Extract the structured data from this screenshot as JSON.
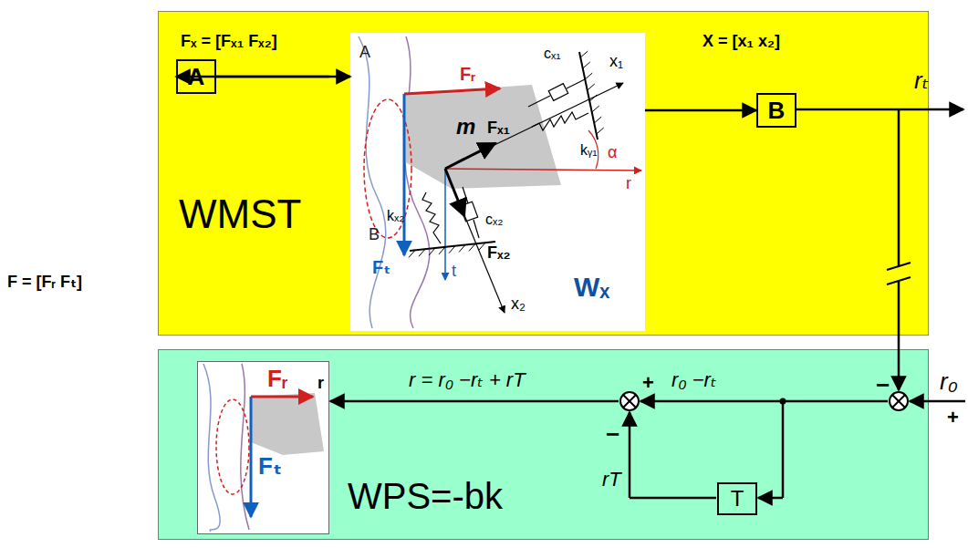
{
  "diagram": {
    "nodes": [
      {
        "text": [
          "WMST"
        ]
      },
      {
        "text": [
          "A"
        ],
        "in": 0
      },
      {
        "text": [
          "A",
          "B",
          "Fᵣ",
          "m",
          "Fₓ₁",
          "cₓ₁",
          "x₁",
          "kᵧ₁",
          "α",
          "r",
          "kₓ₂",
          "cₓ₂",
          "Fₜ",
          "t",
          "Fₓ₂",
          "x₂",
          "Wₓ"
        ],
        "in": 0
      },
      {
        "text": [
          "B"
        ],
        "in": 0
      },
      {
        "text": [
          "WPS=-bk"
        ]
      },
      {
        "text": [
          "Fᵣ",
          "r",
          "Fₜ"
        ],
        "in": 4
      },
      {
        "text": [
          "T"
        ],
        "in": 4
      }
    ],
    "edges": [
      {
        "from": 1,
        "to": 2,
        "arrow": "to"
      },
      {
        "from": 2,
        "to": 3,
        "arrow": "to"
      },
      {
        "from": 5,
        "to": 1,
        "arrow": "to"
      }
    ],
    "labels": [
      "Fₓ = [Fₓ₁ Fₓ₂]",
      "X = [x₁ x₂]",
      "rₜ",
      "−",
      "r₀",
      "+",
      "r = r₀ −rₜ + rT",
      "+",
      "r₀ −rₜ",
      "−",
      "rT",
      "F = [Fᵣ Fₜ]"
    ]
  }
}
